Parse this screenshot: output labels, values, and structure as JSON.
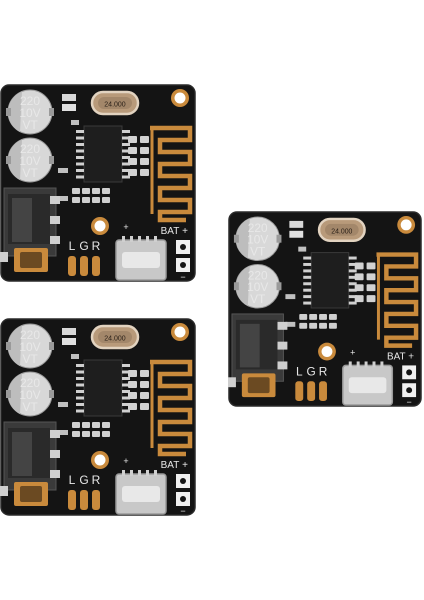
{
  "scene": {
    "description_colors": {
      "background": "#ffffff",
      "pcb": "#121212",
      "silkscreen": "#e8e8e8",
      "gold": "#c98a3c",
      "capacitor_body": "#d9d9d9",
      "usb_metal": "#c8c8c8"
    }
  },
  "boards": [
    {
      "cap1": [
        "220",
        "10V",
        "VT"
      ],
      "cap2": [
        "220",
        "10V",
        "VT"
      ],
      "crystal": "24.000",
      "pins": [
        "L",
        "G",
        "R"
      ],
      "bat": "BAT",
      "plus": "+",
      "minus": "−"
    },
    {
      "cap1": [
        "220",
        "10V",
        "VT"
      ],
      "cap2": [
        "220",
        "10V",
        "VT"
      ],
      "crystal": "24.000",
      "pins": [
        "L",
        "G",
        "R"
      ],
      "bat": "BAT",
      "plus": "+",
      "minus": "−"
    },
    {
      "cap1": [
        "220",
        "10V",
        "VT"
      ],
      "cap2": [
        "220",
        "10V",
        "VT"
      ],
      "crystal": "24.000",
      "pins": [
        "L",
        "G",
        "R"
      ],
      "bat": "BAT",
      "plus": "+",
      "minus": "−"
    }
  ]
}
